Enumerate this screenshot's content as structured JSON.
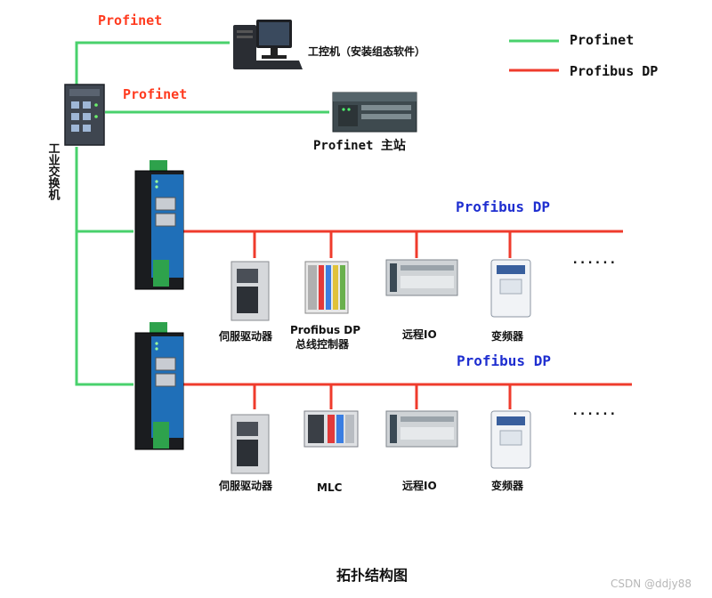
{
  "colors": {
    "profinet": "#49d16c",
    "profibus": "#ef3b2c",
    "profinet_label": "#ff3b1f",
    "profibus_label": "#1f2fd0",
    "text": "#111111"
  },
  "labels": {
    "profinet_top": "Profinet",
    "profinet_mid": "Profinet",
    "industrial_pc": "工控机（安装组态软件）",
    "profinet_master": "Profinet 主站",
    "switch": "工业交换机",
    "bus1": "Profibus DP",
    "bus2": "Profibus DP",
    "ellipsis": "......",
    "caption": "拓扑结构图",
    "watermark": "CSDN @ddjy88"
  },
  "legend": [
    {
      "label": "Profinet",
      "color": "#49d16c"
    },
    {
      "label": "Profibus DP",
      "color": "#ef3b2c"
    }
  ],
  "row1_devices": [
    {
      "name": "伺服驱动器",
      "icon": "servo-drive-icon"
    },
    {
      "name": "Profibus DP",
      "name2": "总线控制器",
      "icon": "bus-controller-icon"
    },
    {
      "name": "远程IO",
      "icon": "remote-io-icon"
    },
    {
      "name": "变频器",
      "icon": "inverter-icon"
    }
  ],
  "row2_devices": [
    {
      "name": "伺服驱动器",
      "icon": "servo-drive-icon"
    },
    {
      "name": "MLC",
      "icon": "mlc-icon"
    },
    {
      "name": "远程IO",
      "icon": "remote-io-icon"
    },
    {
      "name": "变频器",
      "icon": "inverter-icon"
    }
  ]
}
